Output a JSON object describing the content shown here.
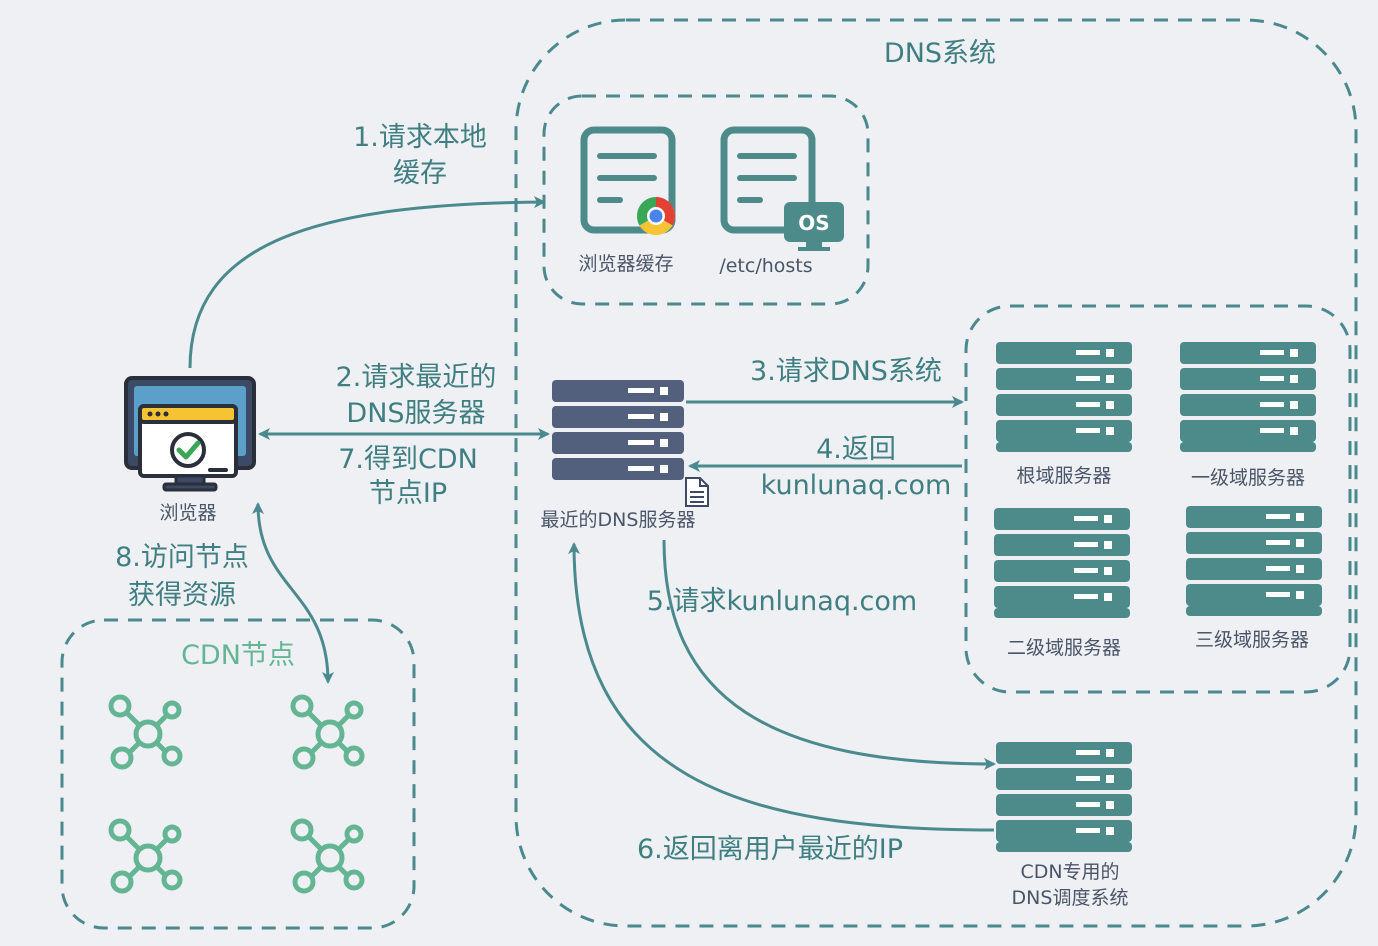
{
  "title": "DNS系统",
  "cache_group": {
    "browser_cache_label": "浏览器缓存",
    "hosts_label": "/etc/hosts",
    "os_badge": "OS"
  },
  "browser_label": "浏览器",
  "nearest_server_label": "最近的DNS服务器",
  "authoritative_servers": {
    "root": "根域服务器",
    "tld": "一级域服务器",
    "second": "二级域服务器",
    "third": "三级域服务器"
  },
  "cdn_dns_label": [
    "CDN专用的",
    "DNS调度系统"
  ],
  "cdn_nodes_label": "CDN节点",
  "steps": {
    "s1": [
      "1.请求本地",
      "缓存"
    ],
    "s2": [
      "2.请求最近的",
      "DNS服务器"
    ],
    "s7": [
      "7.得到CDN",
      "节点IP"
    ],
    "s3": "3.请求DNS系统",
    "s4": [
      "4.返回",
      "kunlunaq.com"
    ],
    "s5": "5.请求kunlunaq.com",
    "s6": "6.返回离用户最近的IP",
    "s8": [
      "8.访问节点",
      "获得资源"
    ]
  },
  "colors": {
    "teal": "#4a8a8e",
    "server_teal": "#4d8b8b",
    "server_navy": "#52607e",
    "cdn_green": "#64b594",
    "background": "#eef0f3"
  },
  "icons": {
    "browser": "monitor-check-icon",
    "cache": "document-chrome-icon",
    "hosts": "document-os-icon",
    "server": "server-rack-icon",
    "cdn_node": "network-hub-icon"
  }
}
